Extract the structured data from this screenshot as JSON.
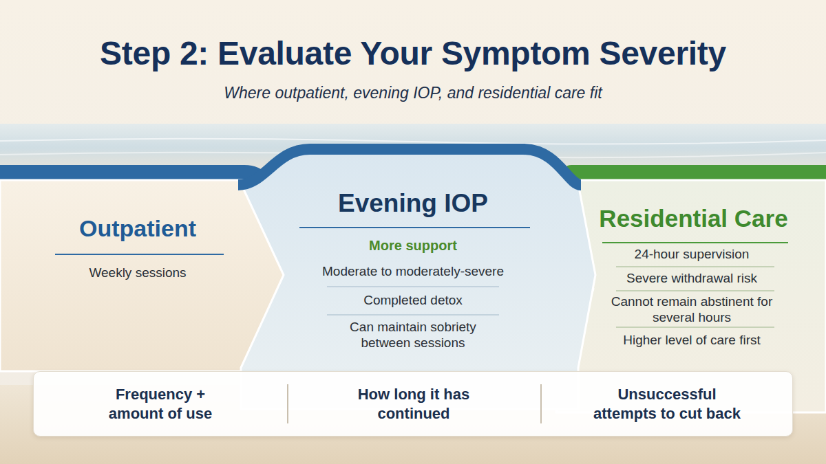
{
  "diagram": {
    "title": "Step 2: Evaluate Your Symptom Severity",
    "nodes": [
      {
        "text": [
          "Outpatient",
          "Weekly sessions"
        ]
      },
      {
        "text": [
          "Evening IOP",
          "More support",
          "Moderate to moderately-severe",
          "Completed detox",
          "Can maintain sobriety between sessions"
        ]
      },
      {
        "text": [
          "Residential Care",
          "24-hour supervision",
          "Severe withdrawal risk",
          "Cannot remain abstinent for several hours",
          "Higher level of care first"
        ]
      },
      {
        "text": [
          "Frequency + amount of use",
          "How long it has continued",
          "Unsuccessful attempts to cut back"
        ]
      }
    ],
    "labels": [
      "Where outpatient, evening IOP, and residential care fit"
    ]
  }
}
